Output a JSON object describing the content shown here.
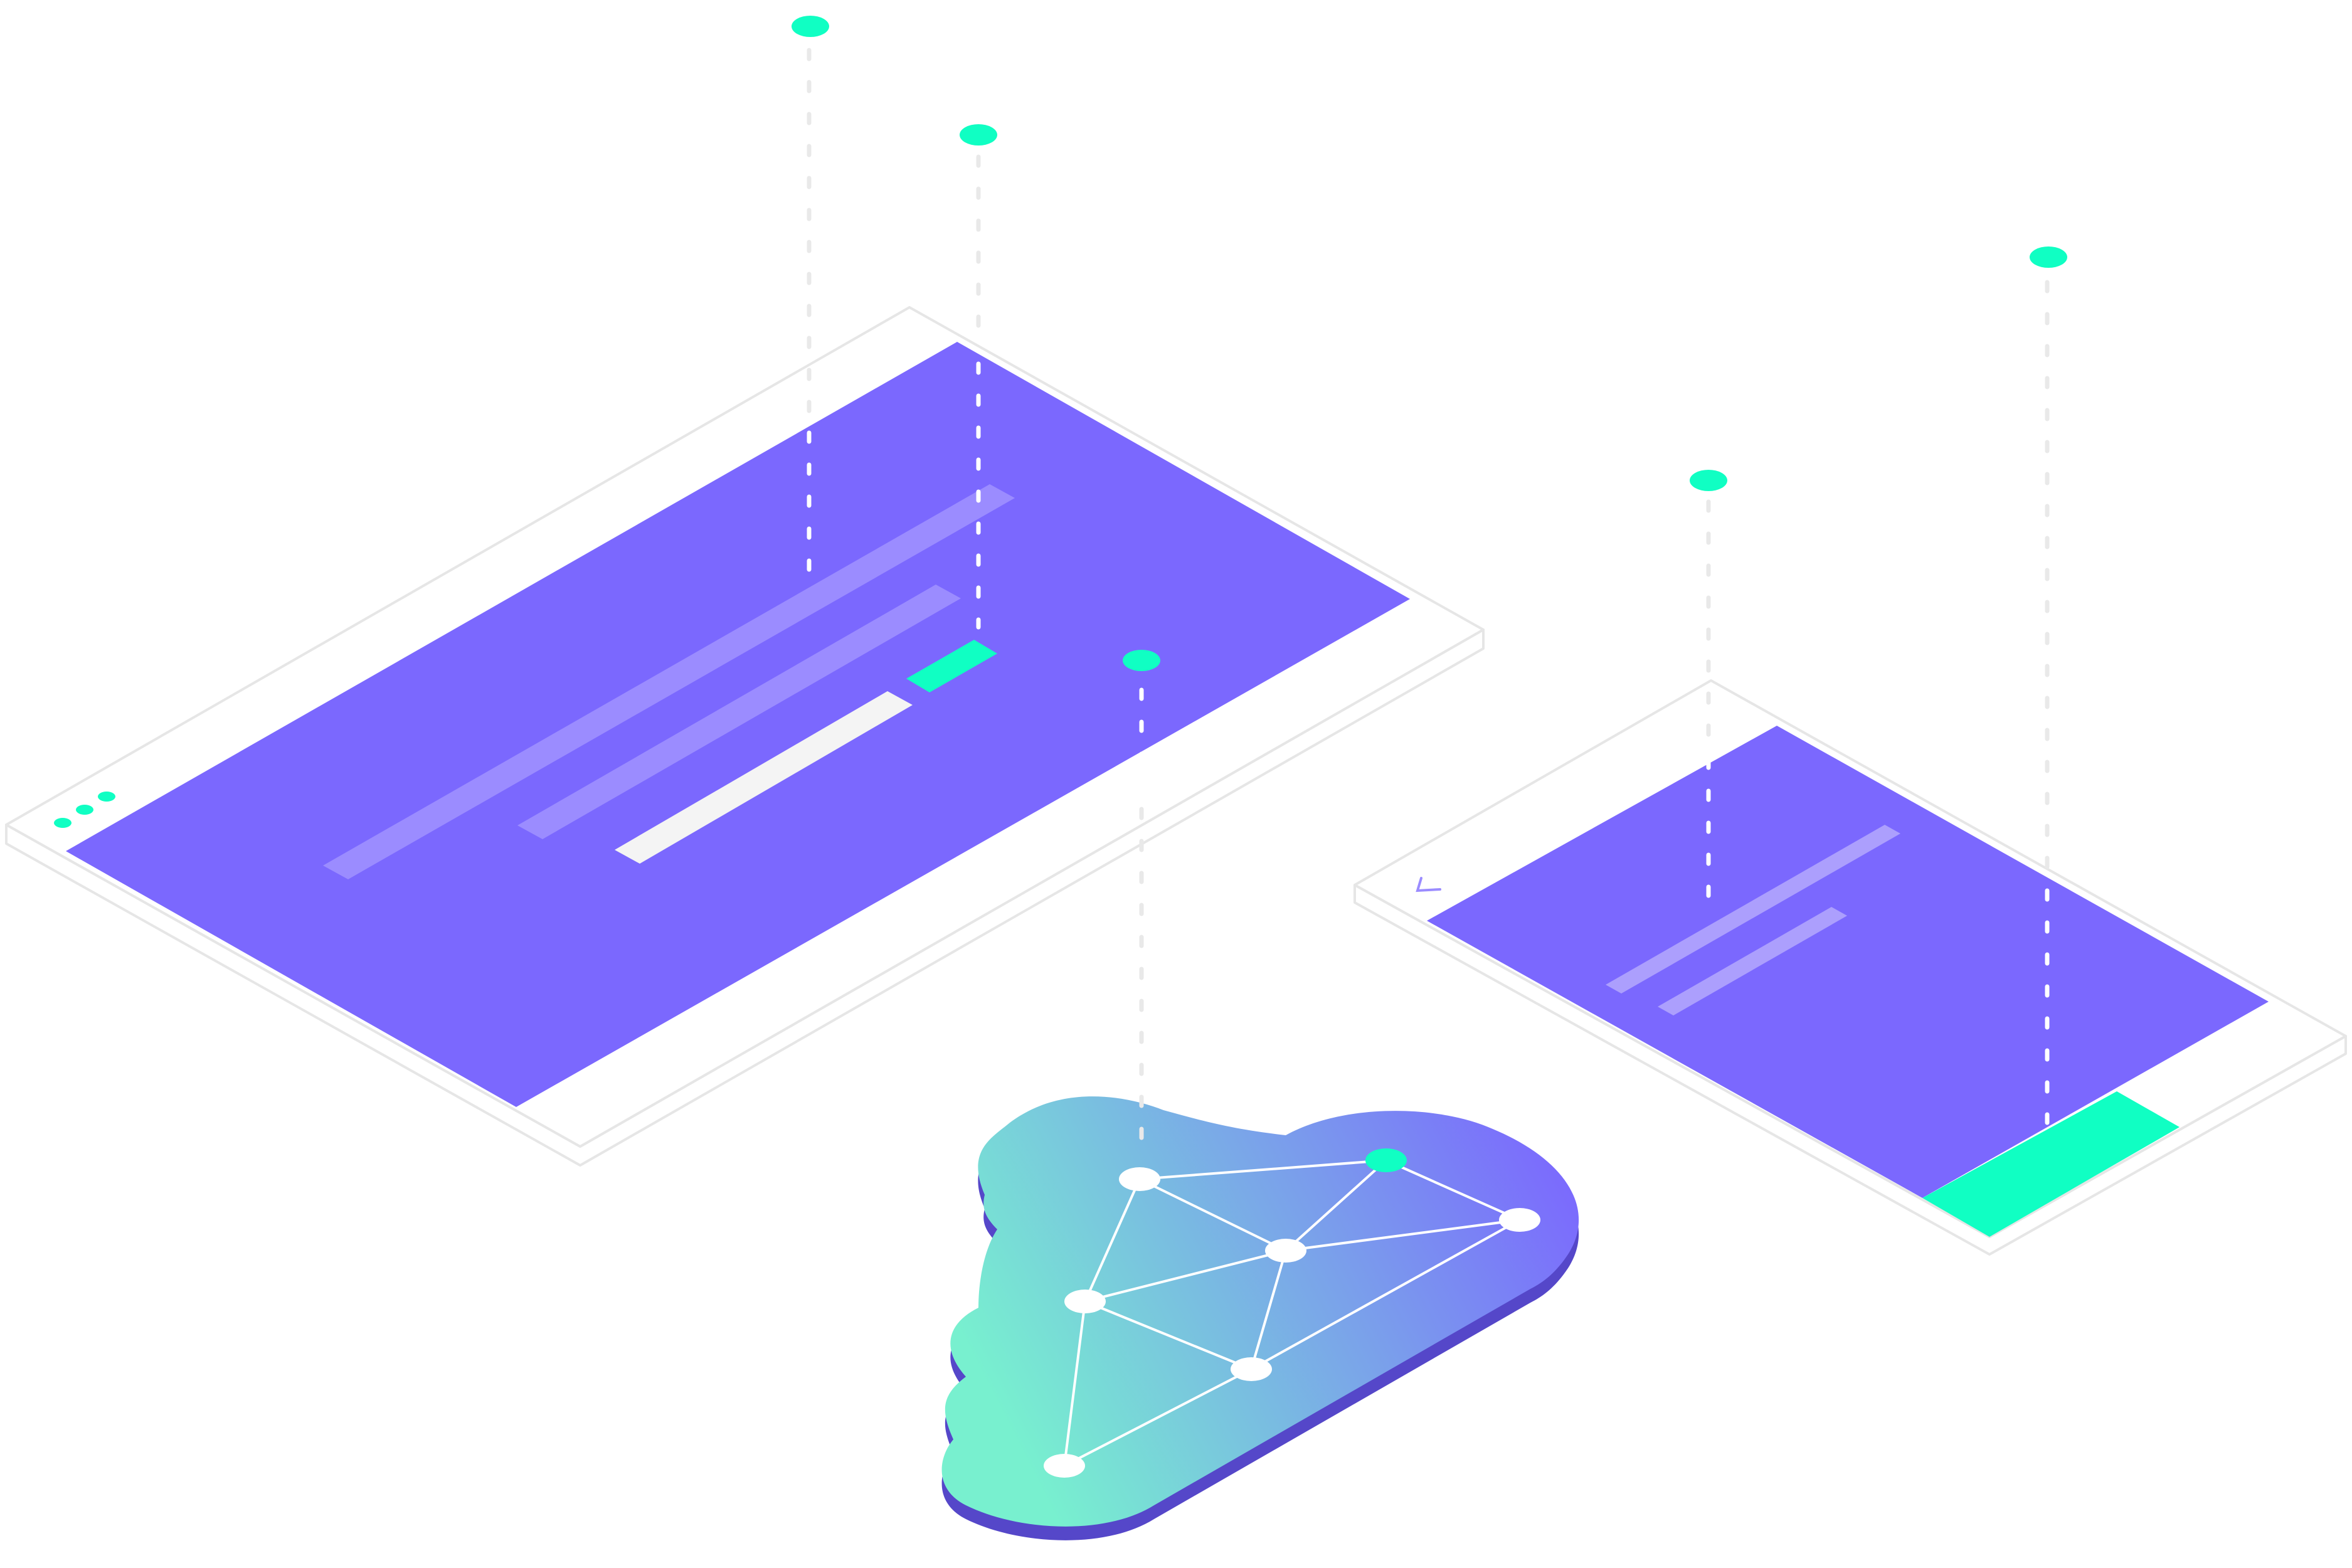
{
  "colors": {
    "background": "#ffffff",
    "screen": "#7b68fe",
    "frame_stroke": "#e6e6e6",
    "accent": "#10ffc3",
    "text_bar": "#9b8cff",
    "text_bar_light": "#ac9ffd",
    "input_field": "#f4f4f4",
    "dotted_line_light": "#e9e9e9",
    "dotted_line_on_screen": "#ffffff",
    "cloud_gradient_start": "#78f0cf",
    "cloud_gradient_end": "#7b68fe",
    "cloud_side": "#5547c9",
    "network_line": "#ffffff",
    "network_node": "#ffffff",
    "network_node_active": "#10ffc3"
  },
  "scene": {
    "desktop_window": {
      "control_dots": 3,
      "text_bars": 2,
      "input_fields": 1,
      "accent_button": true
    },
    "mobile_window": {
      "back_icon": "back-chevron-icon",
      "text_bars": 2,
      "accent_button": true
    },
    "cloud": {
      "node_count": 7,
      "active_nodes": 1
    },
    "connector_pins": 5
  }
}
